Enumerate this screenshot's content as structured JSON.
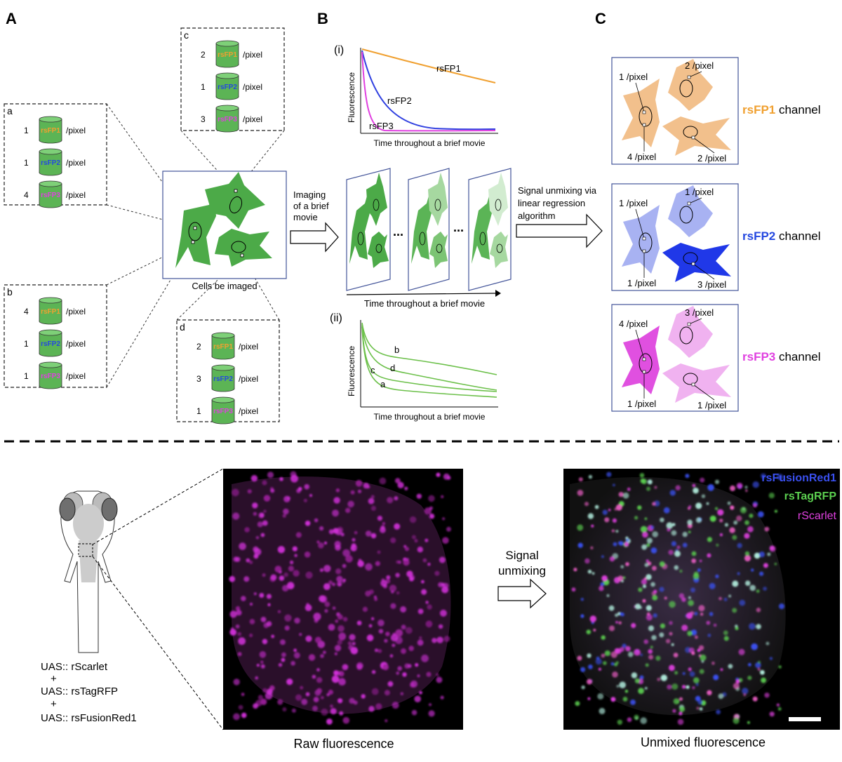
{
  "panel_labels": {
    "A": "A",
    "B": "B",
    "C": "C"
  },
  "panel_A": {
    "cells_caption": "Cells be imaged",
    "boxes": [
      {
        "id": "a",
        "rows": [
          {
            "count": "1",
            "fp": "rsFP1",
            "color": "#f0a030",
            "unit": "/pixel"
          },
          {
            "count": "1",
            "fp": "rsFP2",
            "color": "#2448e0",
            "unit": "/pixel"
          },
          {
            "count": "4",
            "fp": "rsFP3",
            "color": "#e040e0",
            "unit": "/pixel"
          }
        ]
      },
      {
        "id": "b",
        "rows": [
          {
            "count": "4",
            "fp": "rsFP1",
            "color": "#f0a030",
            "unit": "/pixel"
          },
          {
            "count": "1",
            "fp": "rsFP2",
            "color": "#2448e0",
            "unit": "/pixel"
          },
          {
            "count": "1",
            "fp": "rsFP3",
            "color": "#e040e0",
            "unit": "/pixel"
          }
        ]
      },
      {
        "id": "c",
        "rows": [
          {
            "count": "2",
            "fp": "rsFP1",
            "color": "#f0a030",
            "unit": "/pixel"
          },
          {
            "count": "1",
            "fp": "rsFP2",
            "color": "#2448e0",
            "unit": "/pixel"
          },
          {
            "count": "3",
            "fp": "rsFP3",
            "color": "#e040e0",
            "unit": "/pixel"
          }
        ]
      },
      {
        "id": "d",
        "rows": [
          {
            "count": "2",
            "fp": "rsFP1",
            "color": "#f0a030",
            "unit": "/pixel"
          },
          {
            "count": "3",
            "fp": "rsFP2",
            "color": "#2448e0",
            "unit": "/pixel"
          },
          {
            "count": "1",
            "fp": "rsFP3",
            "color": "#e040e0",
            "unit": "/pixel"
          }
        ]
      }
    ]
  },
  "panel_B": {
    "plot_i": {
      "label": "(i)",
      "ylabel": "Fluorescence",
      "xlabel": "Time throughout a brief movie",
      "curves": [
        {
          "name": "rsFP1",
          "color": "#f0a030"
        },
        {
          "name": "rsFP2",
          "color": "#3040e0"
        },
        {
          "name": "rsFP3",
          "color": "#e040e0"
        }
      ]
    },
    "movie_label": "Time throughout a brief movie",
    "dots": "...",
    "imaging_label": [
      "Imaging",
      "of a brief",
      "movie"
    ],
    "unmix_label": [
      "Signal unmixing via",
      "linear regression",
      "algorithm"
    ],
    "plot_ii": {
      "label": "(ii)",
      "ylabel": "Fluorescence",
      "xlabel": "Time throughout a brief movie",
      "curve_labels": [
        "b",
        "d",
        "c",
        "a"
      ],
      "color": "#6cc04a"
    }
  },
  "panel_C": {
    "channels": [
      {
        "name": "rsFP1",
        "suffix": " channel",
        "color": "#f0a030",
        "labels": [
          "1 /pixel",
          "2 /pixel",
          "4 /pixel",
          "2 /pixel"
        ]
      },
      {
        "name": "rsFP2",
        "suffix": " channel",
        "color": "#2448e0",
        "labels": [
          "1 /pixel",
          "1 /pixel",
          "1 /pixel",
          "3 /pixel"
        ]
      },
      {
        "name": "rsFP3",
        "suffix": " channel",
        "color": "#e040e0",
        "labels": [
          "4 /pixel",
          "3 /pixel",
          "1 /pixel",
          "1 /pixel"
        ]
      }
    ]
  },
  "bottom": {
    "genotype": [
      "UAS:: rScarlet",
      "+",
      "UAS:: rsTagRFP",
      "+",
      "UAS:: rsFusionRed1"
    ],
    "raw_caption": "Raw fluorescence",
    "unmixed_caption": "Unmixed fluorescence",
    "arrow_label": [
      "Signal",
      "unmixing"
    ],
    "legend": [
      {
        "name": "rsFusionRed1",
        "color": "#3a50f0"
      },
      {
        "name": "rsTagRFP",
        "color": "#5cd050"
      },
      {
        "name": "rScarlet",
        "color": "#e040e0"
      }
    ]
  }
}
